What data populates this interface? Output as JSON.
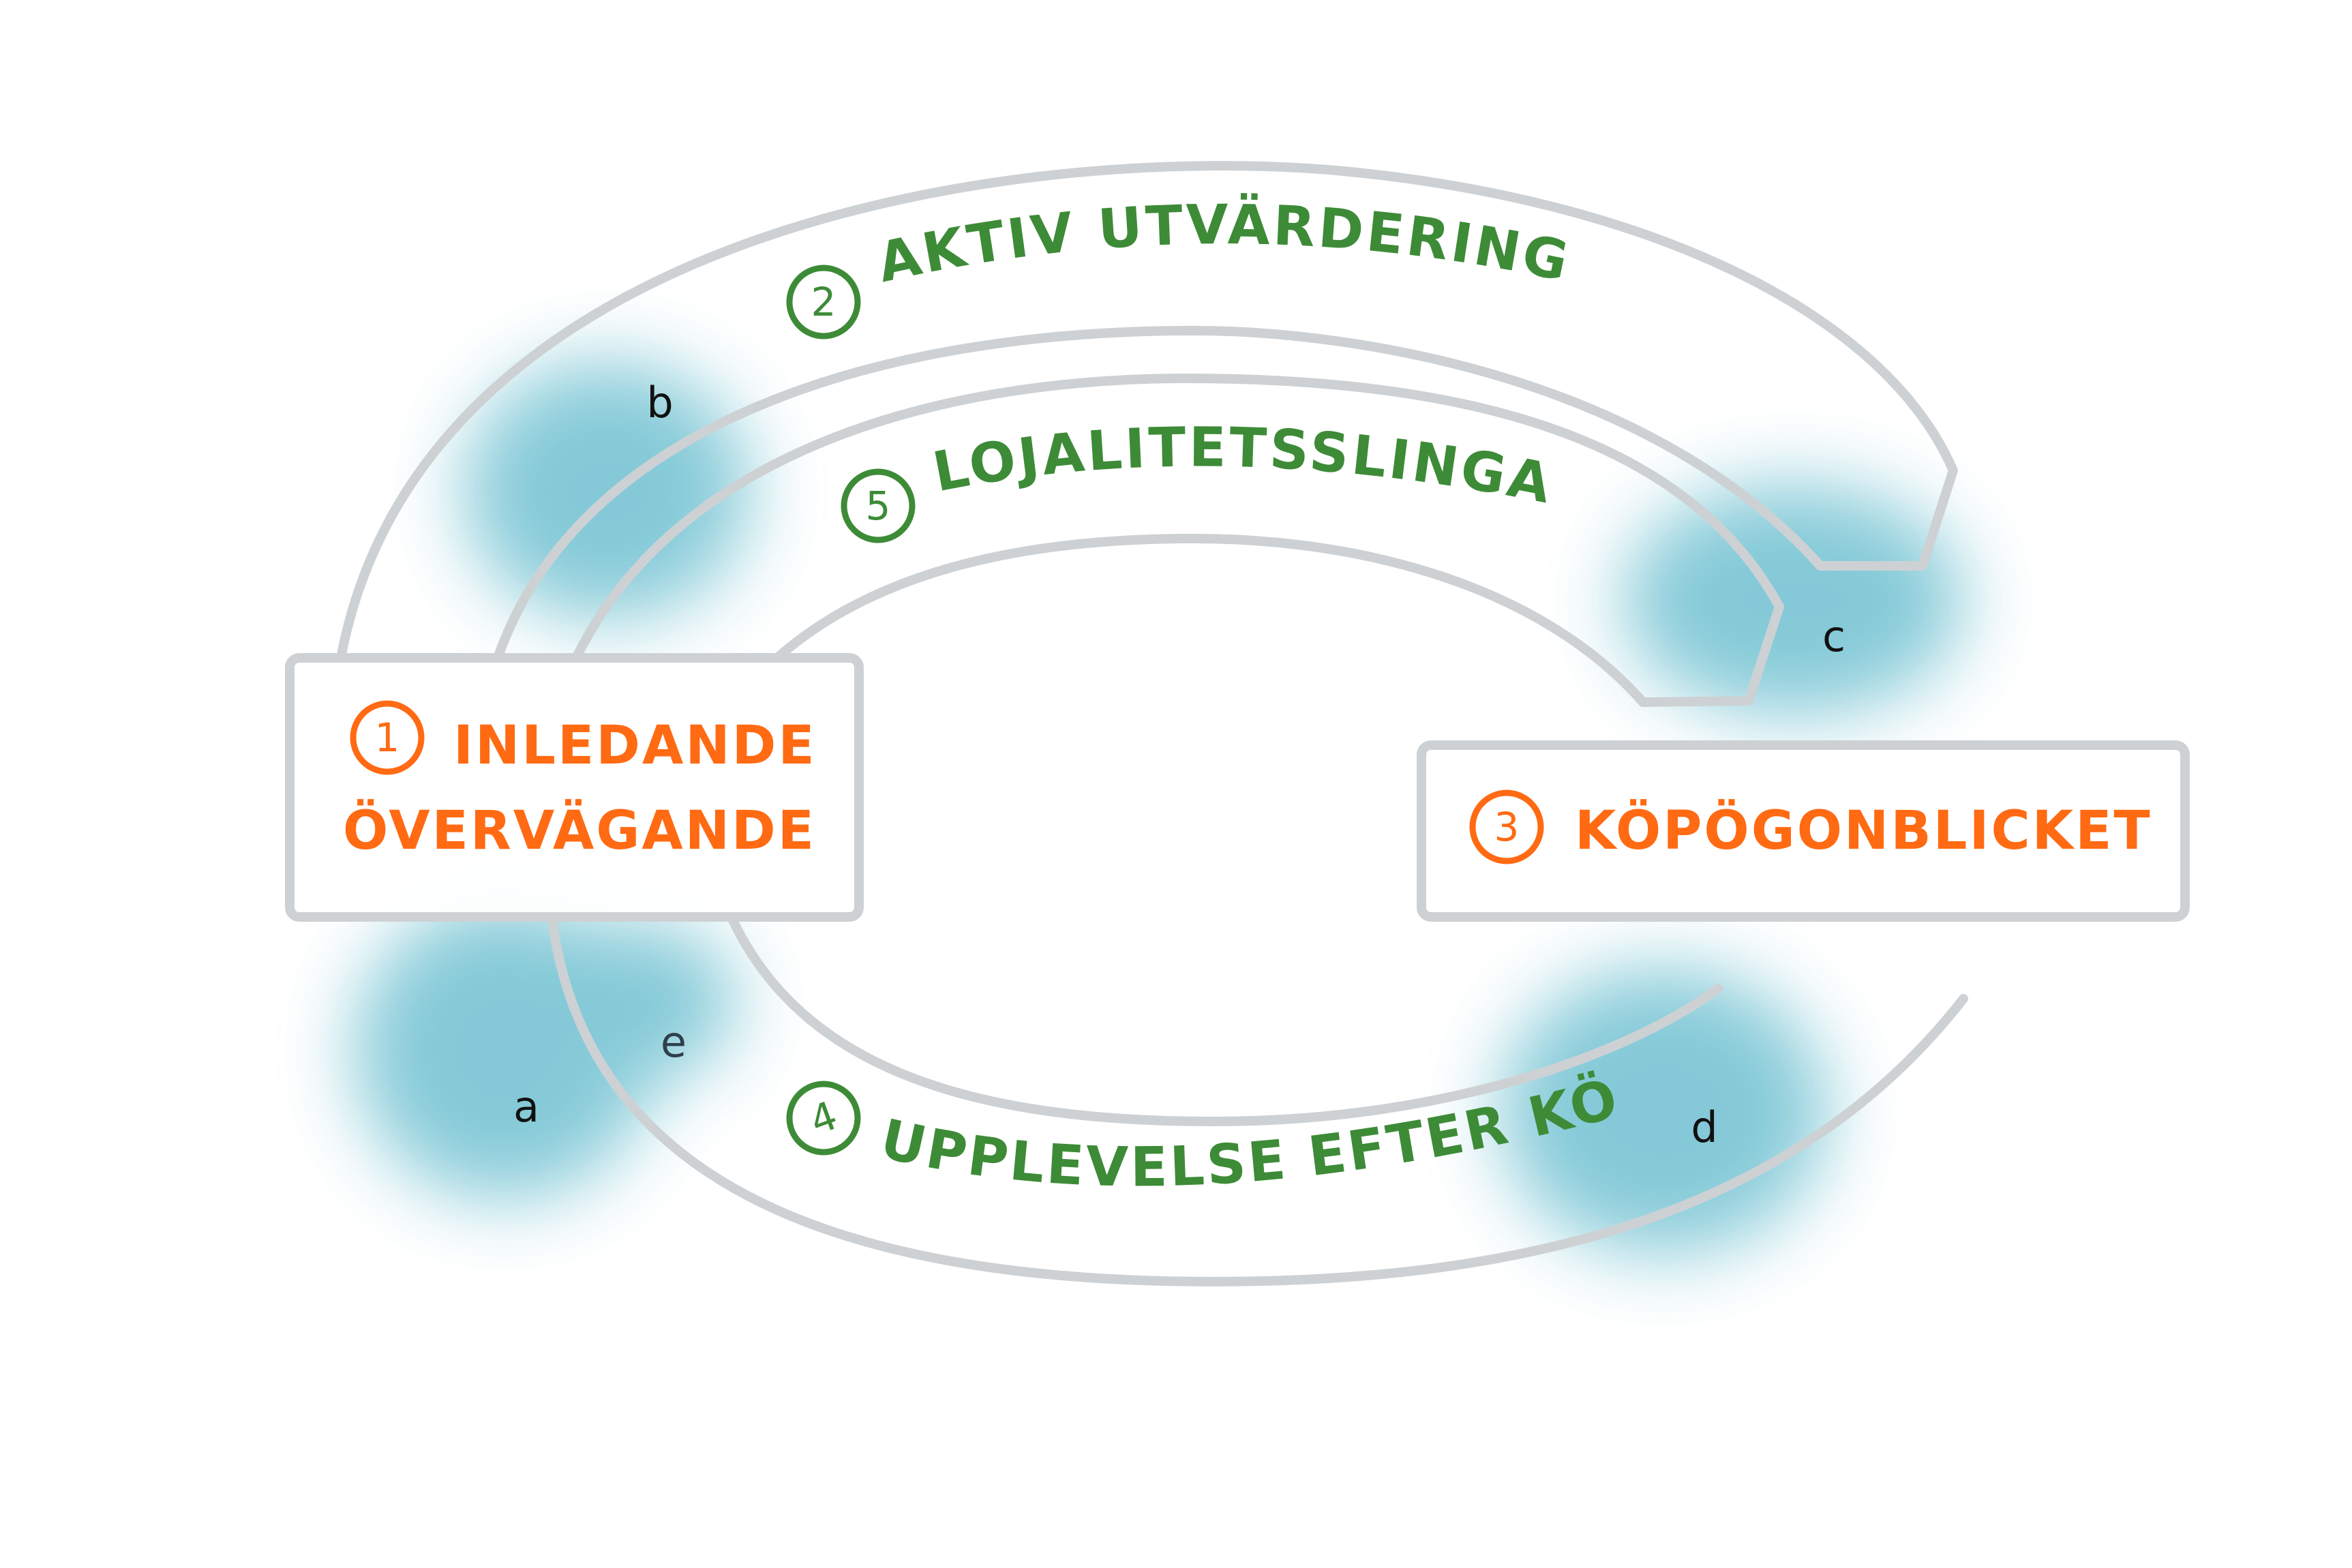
{
  "stages": {
    "initial": {
      "number": "1",
      "line1": "INLEDANDE",
      "line2": "ÖVERVÄGANDE"
    },
    "evaluation": {
      "number": "2",
      "label": "AKTIV UTVÄRDERING"
    },
    "purchase": {
      "number": "3",
      "label": "KÖPÖGONBLICKET"
    },
    "post_purchase": {
      "number": "4",
      "label": "UPPLEVELSE EFTER KÖPET"
    },
    "loyalty": {
      "number": "5",
      "label": "LOJALITETSSLINGA"
    }
  },
  "points": {
    "a": "a",
    "b": "b",
    "c": "c",
    "d": "d",
    "e": "e"
  },
  "colors": {
    "stage_box": "#ff6a13",
    "loop_label": "#3d8b37",
    "track": "#cdd1d4",
    "highlight": "#7fc7d6"
  }
}
